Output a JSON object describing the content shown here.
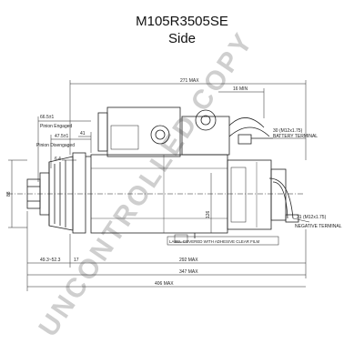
{
  "title": "M105R3505SE",
  "subtitle": "Side",
  "watermark": "UNCONTROLLED COPY",
  "dimensions": {
    "d271": "271 MAX",
    "d16": "16 MIN",
    "d66": "66.5±1",
    "pinion_engaged": "Pinion Engaged",
    "d47": "47.5±1",
    "pinion_disengaged": "Pinion Disengaged",
    "d41": "41",
    "d64": "6.4",
    "d126": "126",
    "d49": "49.3~52.3",
    "d17": "17",
    "d292": "292 MAX",
    "d347": "347 MAX",
    "d406": "406 MAX",
    "d88": "88",
    "d30": "30 (M12x1.75)",
    "batt": "BATTERY TERMINAL",
    "d31": "31 (M12x1.75)",
    "neg": "NEGATIVE TERMINAL",
    "label_note": "LABEL COVERED WITH ADHESIVE CLEAR FILM"
  },
  "colors": {
    "line": "#222222",
    "watermark": "#c8c8c8"
  }
}
